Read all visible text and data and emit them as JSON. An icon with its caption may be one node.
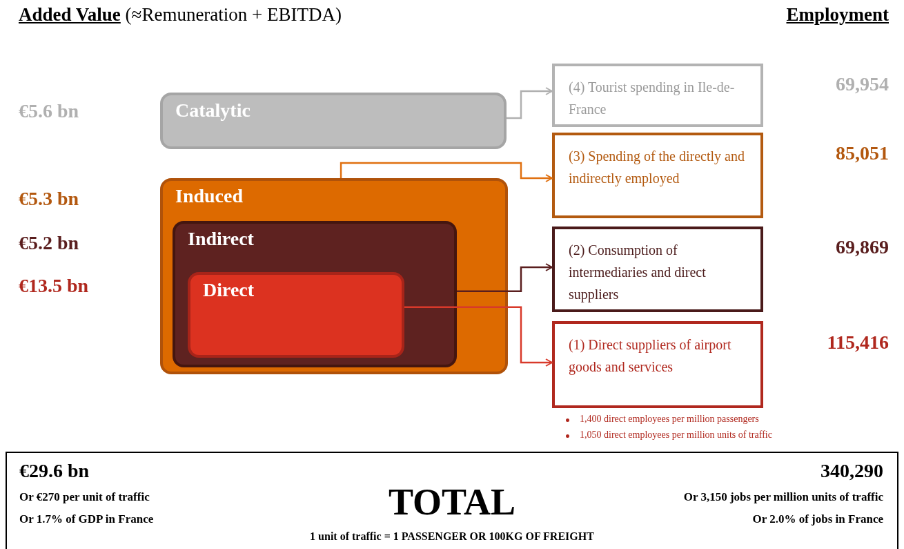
{
  "diagram": {
    "title": "**Added Value** (≈Remuneration + EBITDA)",
    "nodes": [
      {
        "text": [
          "Catalytic"
        ]
      },
      {
        "text": [
          "Induced"
        ]
      },
      {
        "text": [
          "Indirect"
        ],
        "in": 1
      },
      {
        "text": [
          "Direct"
        ],
        "in": 2
      },
      {
        "text": [
          "(4) Tourist spending in Ile-de-France"
        ],
        "beside": [
          "69,954"
        ]
      },
      {
        "text": [
          "(3) Spending of the directly and indirectly employed"
        ],
        "beside": [
          "85,051"
        ]
      },
      {
        "text": [
          "(2) Consumption of intermediaries and direct suppliers"
        ],
        "beside": [
          "69,869"
        ]
      },
      {
        "text": [
          "(1) Direct suppliers of airport goods and services"
        ],
        "beside": [
          "115,416",
          "1,400 direct employees per million passengers",
          "1,050 direct employees per million units of traffic"
        ]
      },
      {
        "text": [
          "€29.6 bn",
          "Or €270 per unit of traffic",
          "Or 1.7% of GDP in France",
          "TOTAL",
          "340,290",
          "Or 3,150 jobs per million units of traffic",
          "Or 2.0% of jobs in France",
          "1 unit of traffic = 1 PASSENGER OR 100KG OF FREIGHT"
        ]
      }
    ],
    "edges": [
      {
        "from": 0,
        "to": 4,
        "arrow": "to",
        "color": "#b0b0b0"
      },
      {
        "from": 1,
        "to": 5,
        "arrow": "to",
        "color": "#e07010"
      },
      {
        "from": 2,
        "to": 6,
        "arrow": "to",
        "color": "#5a1e1e"
      },
      {
        "from": 3,
        "to": 7,
        "arrow": "to",
        "color": "#d8392a"
      }
    ],
    "labels": [
      "Employment",
      "€5.6 bn",
      "€5.3 bn",
      "€5.2 bn",
      "€13.5 bn"
    ]
  }
}
